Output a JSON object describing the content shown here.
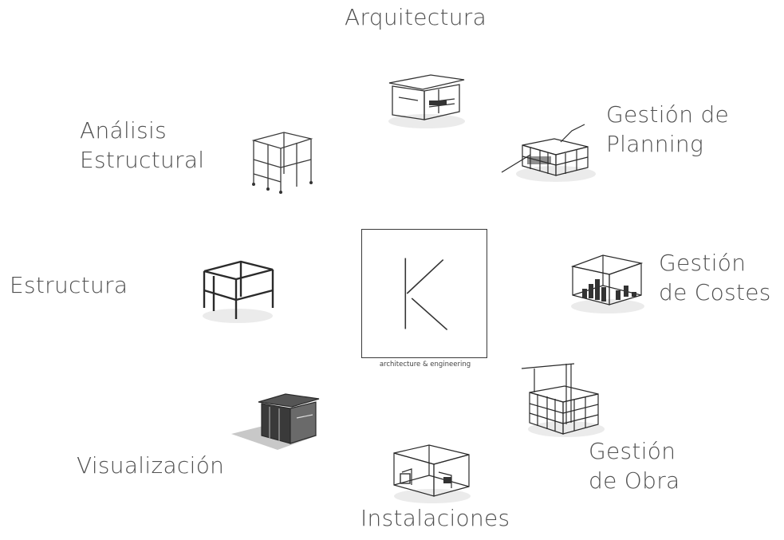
{
  "center": {
    "logo_icon": "k-monogram-logo",
    "tagline": "architecture & engineering"
  },
  "services": [
    {
      "id": "arquitectura",
      "lines": [
        "Arquitectura"
      ],
      "icon": "house-sketch-icon"
    },
    {
      "id": "planning",
      "lines": [
        "Gestión de",
        "Planning"
      ],
      "icon": "scaffold-plan-icon"
    },
    {
      "id": "costes",
      "lines": [
        "Gestión",
        "de Costes"
      ],
      "icon": "cost-chart-cube-icon"
    },
    {
      "id": "obra",
      "lines": [
        "Gestión",
        "de Obra"
      ],
      "icon": "crane-site-icon"
    },
    {
      "id": "instalaciones",
      "lines": [
        "Instalaciones"
      ],
      "icon": "installations-cube-icon"
    },
    {
      "id": "visualizacion",
      "lines": [
        "Visualización"
      ],
      "icon": "rendered-building-icon"
    },
    {
      "id": "estructura",
      "lines": [
        "Estructura"
      ],
      "icon": "frame-structure-icon"
    },
    {
      "id": "analisis",
      "lines": [
        "Análisis",
        "Estructural"
      ],
      "icon": "structural-frame-icon"
    }
  ]
}
